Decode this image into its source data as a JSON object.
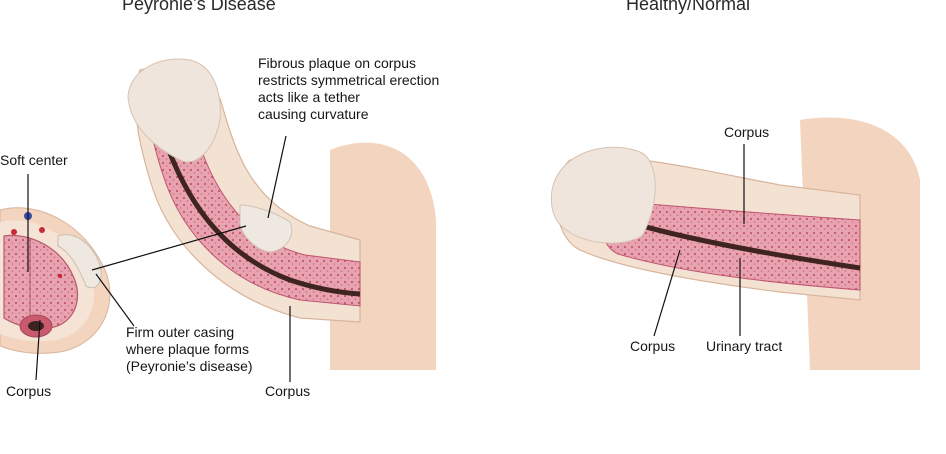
{
  "titles": {
    "left": "Peyronie’s Disease",
    "right": "Healthy/Normal"
  },
  "labels": {
    "soft_center": "Soft center",
    "fibrous_plaque": [
      "Fibrous plaque on corpus",
      "restricts symmetrical erection",
      "acts like a tether",
      "causing curvature"
    ],
    "firm_casing": [
      "Firm outer casing",
      "where plaque forms",
      "(Peyronie’s disease)"
    ],
    "corpus_cross_section": "Corpus",
    "corpus_curved": "Corpus",
    "corpus_top_right": "Corpus",
    "corpus_bottom_right": "Corpus",
    "urinary_tract": "Urinary tract"
  },
  "colors": {
    "skin": "#f2d4bf",
    "tissue": "#e59aa8",
    "tissue_dark": "#c9586f",
    "casing": "#f3e2d2",
    "tract": "#4b2a26",
    "plaque": "#efe8e0"
  }
}
